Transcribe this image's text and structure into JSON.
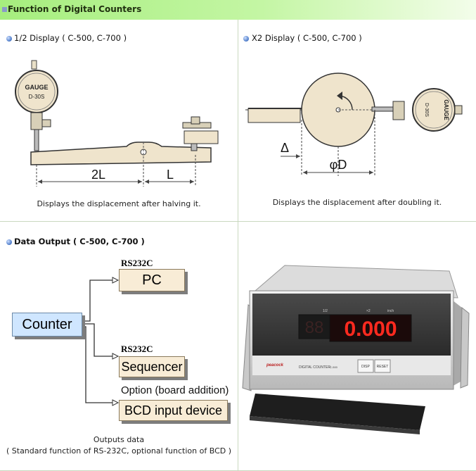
{
  "header": {
    "title": "Function of Digital Counters"
  },
  "panels": {
    "half": {
      "title": "1/2 Display ( C-500, C-700 )",
      "caption": "Displays the displacement after halving it.",
      "gauge_brand": "GAUGE",
      "gauge_model": "D-30S",
      "dim_2l": "2L",
      "dim_l": "L"
    },
    "double": {
      "title": "X2 Display ( C-500, C-700 )",
      "caption": "Displays the displacement after doubling it.",
      "gauge_brand": "GAUGE",
      "gauge_model": "D-30S",
      "delta": "Δ",
      "diameter": "φD"
    },
    "output": {
      "title": "Data Output ( C-500, C-700 )",
      "caption_line1": "Outputs data",
      "caption_line2": "( Standard function of RS-232C, optional function of BCD )",
      "counter": "Counter",
      "rs232c_1": "RS232C",
      "pc": "PC",
      "rs232c_2": "RS232C",
      "sequencer": "Sequencer",
      "option": "Option (board addition)",
      "bcd": "BCD input device"
    },
    "device": {
      "reading": "0.000",
      "sub_half": "1/2",
      "sub_double": "×2",
      "sub_inch": "inch",
      "brand": "peacock",
      "model_text": "DIGITAL COUNTER",
      "model_no": "C-500",
      "disp_button": "DISP",
      "reset_button": "RESET"
    }
  },
  "colors": {
    "header_green": "#a6ee7e",
    "counter_box": "#cfe6ff",
    "output_box": "#f8ecd6",
    "led_red": "#ff2a1f"
  }
}
